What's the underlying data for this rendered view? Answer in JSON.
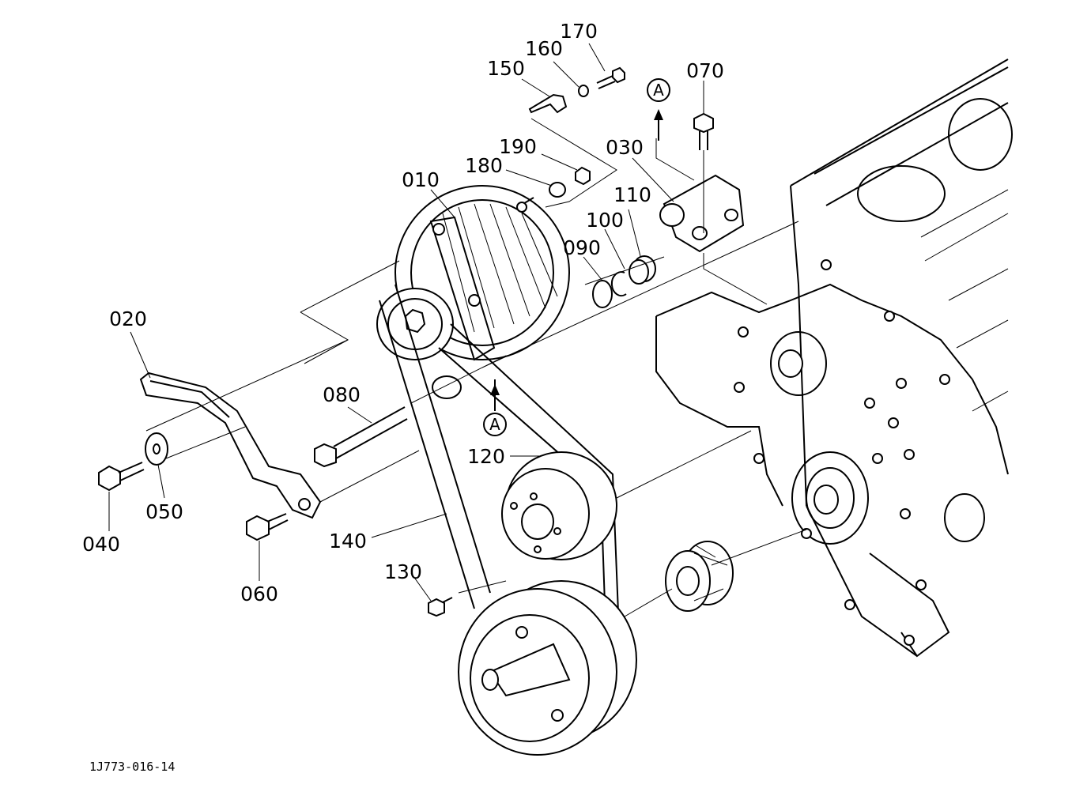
{
  "diagram": {
    "code": "1J773-016-14",
    "ref_marker": "A",
    "callouts": [
      {
        "id": "010",
        "label": "010"
      },
      {
        "id": "020",
        "label": "020"
      },
      {
        "id": "030",
        "label": "030"
      },
      {
        "id": "040",
        "label": "040"
      },
      {
        "id": "050",
        "label": "050"
      },
      {
        "id": "060",
        "label": "060"
      },
      {
        "id": "070",
        "label": "070"
      },
      {
        "id": "080",
        "label": "080"
      },
      {
        "id": "090",
        "label": "090"
      },
      {
        "id": "100",
        "label": "100"
      },
      {
        "id": "110",
        "label": "110"
      },
      {
        "id": "120",
        "label": "120"
      },
      {
        "id": "130",
        "label": "130"
      },
      {
        "id": "140",
        "label": "140"
      },
      {
        "id": "150",
        "label": "150"
      },
      {
        "id": "160",
        "label": "160"
      },
      {
        "id": "170",
        "label": "170"
      },
      {
        "id": "180",
        "label": "180"
      },
      {
        "id": "190",
        "label": "190"
      }
    ]
  }
}
